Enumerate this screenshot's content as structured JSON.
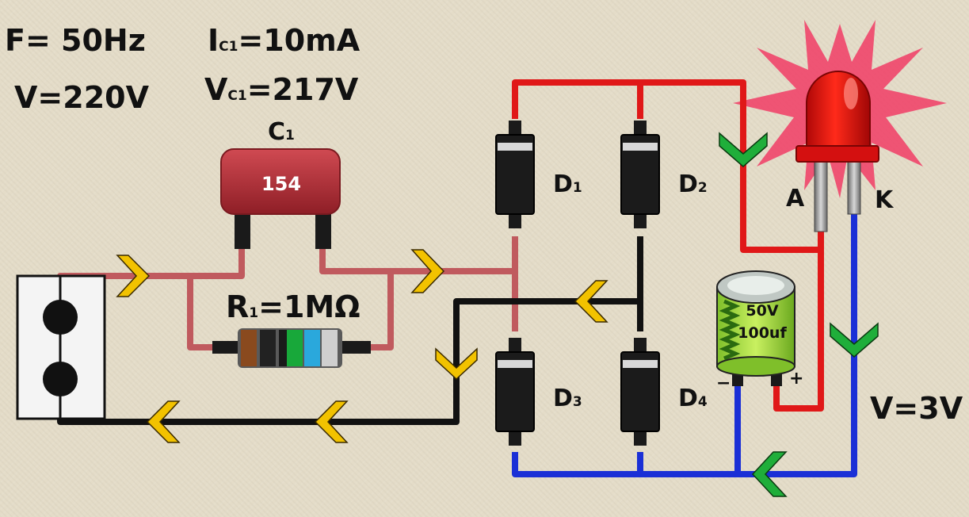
{
  "params": {
    "frequency": "F= 50Hz",
    "voltage": "V=220V",
    "current_prefix": "I",
    "current_sub": "C1",
    "current_value": "=10mA",
    "cap_voltage_prefix": "V",
    "cap_voltage_sub": "C1",
    "cap_voltage_value": "=217V",
    "output_voltage": "V=3V"
  },
  "components": {
    "capacitor": {
      "label": "C",
      "label_sub": "1",
      "code": "154"
    },
    "resistor": {
      "label_prefix": "R",
      "label_sub": "1",
      "label_value": "=1MΩ"
    },
    "diodes": [
      {
        "label": "D",
        "sub": "1"
      },
      {
        "label": "D",
        "sub": "2"
      },
      {
        "label": "D",
        "sub": "3"
      },
      {
        "label": "D",
        "sub": "4"
      }
    ],
    "d4_minus": "−",
    "electrolytic": {
      "voltage": "50V",
      "capacitance": "100uf",
      "plus": "+"
    },
    "led": {
      "anode": "A",
      "cathode": "K"
    }
  },
  "colors": {
    "ac_wire": "#c05a5e",
    "dc_positive": "#e01818",
    "dc_negative": "#1a2fd6",
    "return_wire": "#111111",
    "arrow_yellow": "#f2c200",
    "arrow_green": "#1fae3a",
    "capacitor_body": "#b8323a",
    "led_red": "#e01010",
    "burst_pink": "#f0456a"
  },
  "icons": {
    "outlet": "wall-outlet-icon",
    "arrow_ac": "chevron-arrow-yellow-icon",
    "arrow_dc": "chevron-arrow-green-icon"
  }
}
